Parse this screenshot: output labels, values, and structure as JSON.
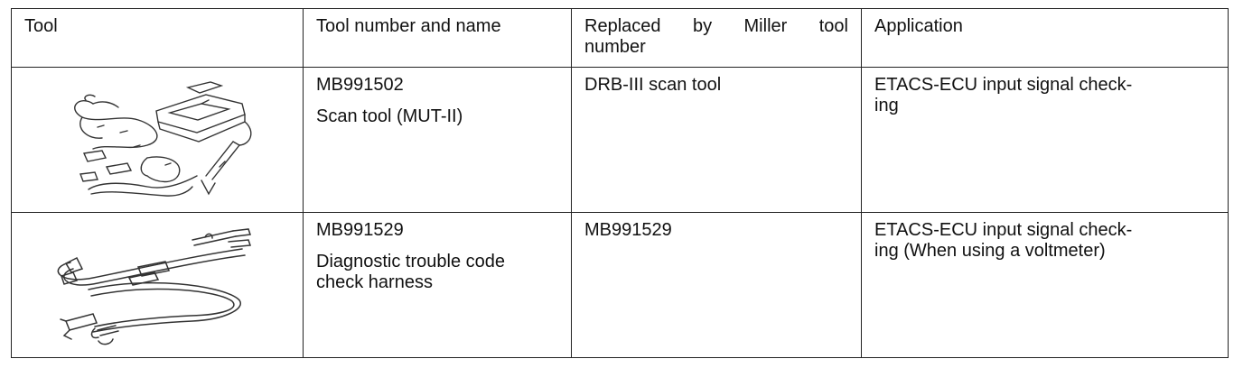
{
  "table": {
    "headers": {
      "tool": "Tool",
      "number_and_name": "Tool number and name",
      "miller_line1": "Replaced by Miller tool",
      "miller_line2": "number",
      "application": "Application"
    },
    "rows": [
      {
        "tool_illustration": "scan-tool-illustration",
        "tool_number": "MB991502",
        "tool_name": "Scan tool (MUT-II)",
        "miller": "DRB-III scan tool",
        "application_line1": "ETACS-ECU input signal check-",
        "application_line2": "ing"
      },
      {
        "tool_illustration": "check-harness-illustration",
        "tool_number": "MB991529",
        "tool_name_line1": "Diagnostic trouble code",
        "tool_name_line2": "check harness",
        "miller": "MB991529",
        "application_line1": "ETACS-ECU input signal check-",
        "application_line2": "ing (When using a voltmeter)"
      }
    ]
  }
}
